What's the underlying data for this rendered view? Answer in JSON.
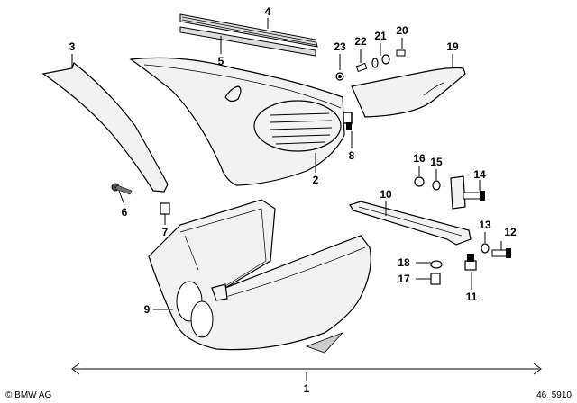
{
  "labels": {
    "l1": "1",
    "l2": "2",
    "l3": "3",
    "l4": "4",
    "l5": "5",
    "l6": "6",
    "l7": "7",
    "l8": "8",
    "l9": "9",
    "l10": "10",
    "l11": "11",
    "l12": "12",
    "l13": "13",
    "l14": "14",
    "l15": "15",
    "l16": "16",
    "l17": "17",
    "l18": "18",
    "l19": "19",
    "l20": "20",
    "l21": "21",
    "l22": "22",
    "l23": "23"
  },
  "footer": {
    "copyright": "© BMW AG",
    "diagram_id": "46_5910"
  }
}
